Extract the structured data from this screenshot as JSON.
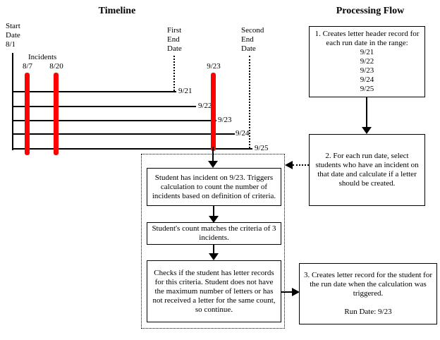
{
  "titles": {
    "timeline": "Timeline",
    "processing_flow": "Processing Flow"
  },
  "colors": {
    "incident_bar": "#ff0000",
    "line": "#000000"
  },
  "timeline": {
    "start_date_label": "Start\nDate\n8/1",
    "incidents_label": "Incidents",
    "incident_8_7": "8/7",
    "incident_8_20": "8/20",
    "trigger_date": "9/23",
    "first_end_label": "First\nEnd\nDate",
    "second_end_label": "Second\nEnd\nDate",
    "run_labels": [
      "9/21",
      "9/22",
      "9/23",
      "9/24",
      "9/25"
    ]
  },
  "decision_flow": {
    "box1": "Student has incident on 9/23. Triggers calculation to count the number of incidents based on definition of criteria.",
    "box2": "Student's count matches the criteria of 3 incidents.",
    "box3": "Checks if the student has letter records for this criteria. Student does not have the maximum number of letters or has not received a letter for the same count, so continue."
  },
  "processing_flow": {
    "box1": "1. Creates letter header record for each run date in the range:\n9/21\n9/22\n9/23\n9/24\n9/25",
    "box2": "2. For each run date, select students who have an incident on that date and calculate if a letter should be created.",
    "box3": "3. Creates letter record for the student for the run date when the calculation was triggered.\n\nRun Date: 9/23"
  }
}
